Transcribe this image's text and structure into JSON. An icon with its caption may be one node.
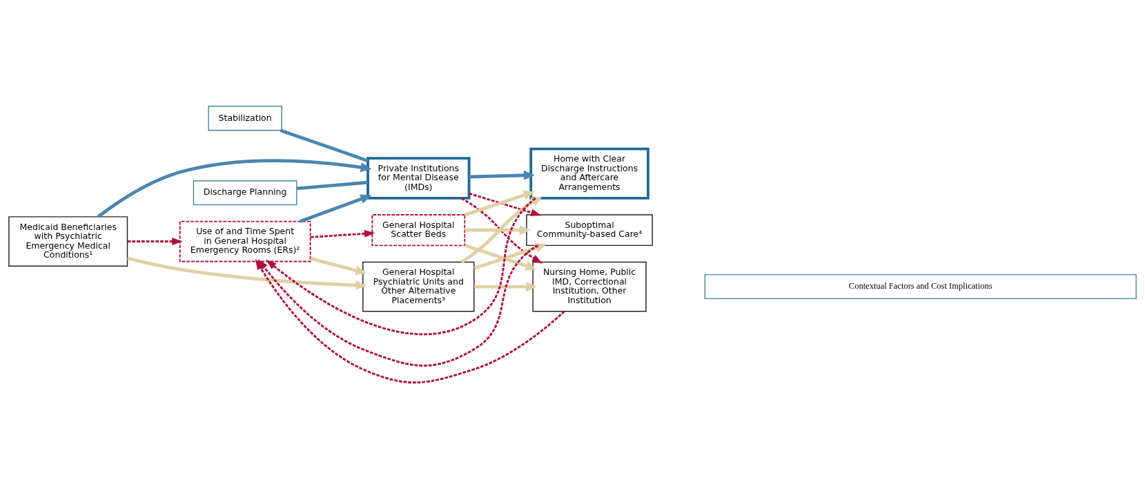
{
  "diagram": {
    "nodes": [
      {
        "text": [
          "Stabilization"
        ]
      },
      {
        "text": [
          "Discharge Planning"
        ]
      },
      {
        "text": [
          "Medicaid Beneficiaries with Psychiatric Emergency Medical Conditions¹"
        ]
      },
      {
        "text": [
          "Use of and Time Spent in General Hospital Emergency Rooms (ERs)²"
        ]
      },
      {
        "text": [
          "Private Institutions for Mental Disease (IMDs)"
        ]
      },
      {
        "text": [
          "General Hospital Scatter Beds"
        ]
      },
      {
        "text": [
          "General Hospital Psychiatric Units and Other Alternative Placements³"
        ]
      },
      {
        "text": [
          "Home with Clear Discharge Instructions and Aftercare Arrangements"
        ]
      },
      {
        "text": [
          "Suboptimal Community-based Care⁴"
        ]
      },
      {
        "text": [
          "Nursing Home, Public IMD, Correctional Institution, Other Institution"
        ]
      },
      {
        "text": [
          "Contextual Factors and Cost Implications"
        ]
      }
    ],
    "edges": [
      {
        "from": 0,
        "to": 4,
        "arrow": "none",
        "color": "#4a86b0"
      },
      {
        "from": 1,
        "to": 4,
        "arrow": "none",
        "color": "#4a86b0"
      },
      {
        "from": 2,
        "to": 4,
        "arrow": "to",
        "color": "#4a86b0"
      },
      {
        "from": 2,
        "to": 3,
        "arrow": "to",
        "style": "dashed",
        "color": "#b0103a"
      },
      {
        "from": 2,
        "to": 6,
        "arrow": "to"
      },
      {
        "from": 3,
        "to": 4,
        "arrow": "to",
        "color": "#4a86b0"
      },
      {
        "from": 3,
        "to": 5,
        "arrow": "to",
        "style": "dashed",
        "color": "#b0103a"
      },
      {
        "from": 3,
        "to": 6,
        "arrow": "to"
      },
      {
        "from": 4,
        "to": 7,
        "arrow": "to",
        "color": "#4a86b0"
      },
      {
        "from": 4,
        "to": 8,
        "arrow": "to",
        "style": "dashed",
        "color": "#b0103a"
      },
      {
        "from": 4,
        "to": 9,
        "arrow": "to",
        "style": "dashed",
        "color": "#b0103a"
      },
      {
        "from": 5,
        "to": 7,
        "arrow": "to"
      },
      {
        "from": 5,
        "to": 8,
        "arrow": "to"
      },
      {
        "from": 5,
        "to": 9,
        "arrow": "to"
      },
      {
        "from": 6,
        "to": 7,
        "arrow": "to"
      },
      {
        "from": 6,
        "to": 8,
        "arrow": "to"
      },
      {
        "from": 6,
        "to": 9,
        "arrow": "to"
      },
      {
        "from": 7,
        "to": 3,
        "arrow": "to",
        "style": "dashed",
        "color": "#b0103a"
      },
      {
        "from": 8,
        "to": 3,
        "arrow": "to",
        "style": "dashed",
        "color": "#b0103a"
      },
      {
        "from": 9,
        "to": 3,
        "arrow": "to",
        "style": "dashed",
        "color": "#b0103a"
      }
    ]
  }
}
